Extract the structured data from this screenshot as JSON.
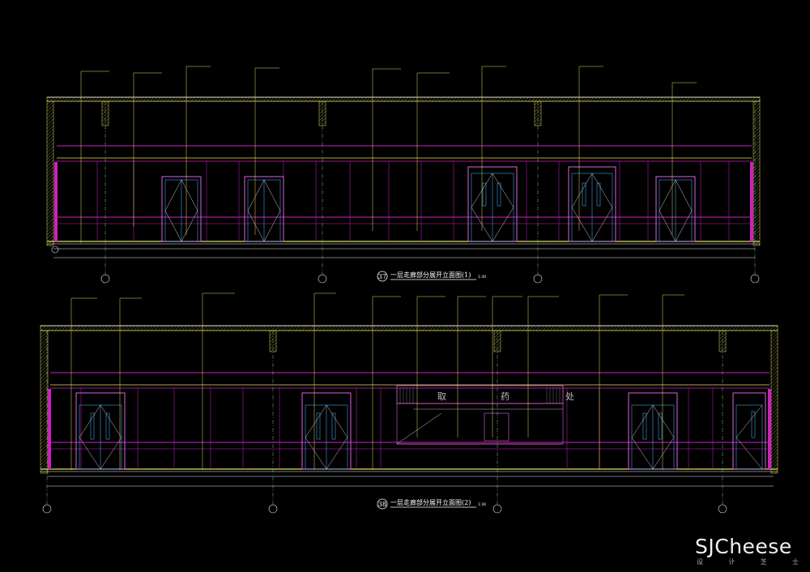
{
  "colors": {
    "background": "#000000",
    "outline": "#ffffff",
    "ceiling_line": "#e0e060",
    "wall_magenta": "#d020c0",
    "door_frame": "#e060e0",
    "door_leaf": "#40a0e0",
    "dimension": "#e6e6e6",
    "grid_axis": "#e6e6e6",
    "hatch": "#c0c060",
    "leader": "#e0e060",
    "watermark": "#f0f0f0"
  },
  "elevation_1": {
    "number": "37",
    "title": "一层走廊部分展开立面图(1)",
    "scale": "1:30"
  },
  "elevation_2": {
    "number": "38",
    "title": "一层走廊部分展开立面图(2)",
    "scale": "1:30",
    "sign_chars": [
      "取",
      "药",
      "处"
    ]
  },
  "watermark": {
    "brand": "SJCheese",
    "sub": [
      "设",
      "计",
      "芝",
      "士"
    ]
  }
}
